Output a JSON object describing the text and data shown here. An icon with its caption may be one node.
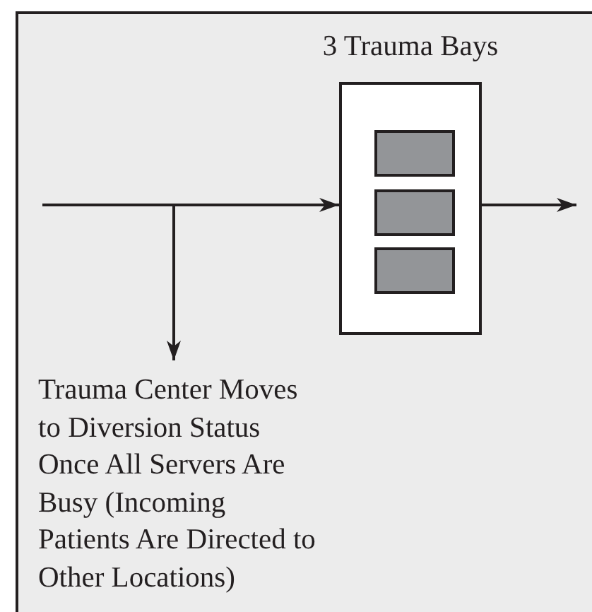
{
  "diagram": {
    "nodes": [
      {
        "text": [
          "3 Trauma Bays"
        ]
      },
      {
        "text": [],
        "shape": "bar",
        "in": 0
      },
      {
        "text": [],
        "shape": "bar",
        "in": 0
      },
      {
        "text": [],
        "shape": "bar",
        "in": 0
      },
      {
        "text": [
          "Trauma Center Moves to Diversion Status Once All Servers Are Busy (Incoming Patients Are Directed to Other Locations)"
        ]
      }
    ],
    "edges": [
      {
        "from": null,
        "to": 0,
        "arrow": "to"
      },
      {
        "from": null,
        "to": 4,
        "arrow": "to"
      },
      {
        "from": 0,
        "to": null,
        "arrow": "to"
      }
    ]
  }
}
